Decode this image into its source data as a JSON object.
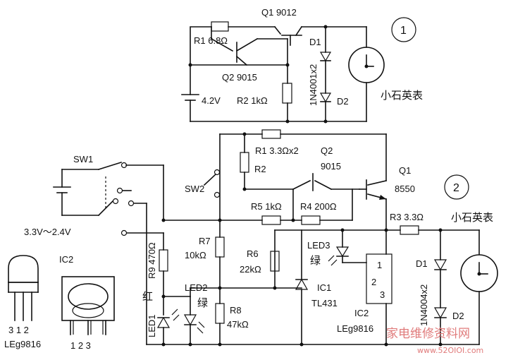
{
  "circuit1": {
    "marker": "1",
    "q1": "Q1  9012",
    "q2": "Q2  9015",
    "r1": "R1  6.8Ω",
    "r2": "R2  1kΩ",
    "d1": "D1",
    "d2": "D2",
    "diode_part": "1N4001x2",
    "battery": "4.2V",
    "clock": "小石英表"
  },
  "circuit2": {
    "marker": "2",
    "sw1": "SW1",
    "sw2": "SW2",
    "voltage": "3.3V～2.4V",
    "r1": "R1  3.3Ωx2",
    "r2": "R2",
    "q2": "Q2",
    "q2_part": "9015",
    "q1": "Q1",
    "q1_part": "8550",
    "r5": "R5  1kΩ",
    "r4": "R4  200Ω",
    "r3": "R3  3.3Ω",
    "clock": "小石英表",
    "r9": "R9  470Ω",
    "red": "红",
    "led1": "LED1",
    "r7": "R7",
    "r7_val": "10kΩ",
    "led2": "LED2",
    "green2": "绿",
    "r8": "R8",
    "r8_val": "47kΩ",
    "r6": "R6",
    "r6_val": "22kΩ",
    "led3": "LED3",
    "green3": "绿",
    "ic1": "IC1",
    "ic1_part": "TL431",
    "ic2_box_1": "1",
    "ic2_box_2": "2",
    "ic2_box_3": "3",
    "ic2": "IC2",
    "ic2_part": "LEg9816",
    "d1": "D1",
    "d2": "D2",
    "diode_part": "1N4004x2"
  },
  "packages": {
    "left_pins": "3 1 2",
    "left_part": "LEg9816",
    "ic2": "IC2",
    "right_pins": "1   2   3"
  },
  "watermark": {
    "text": "家电维修资料网",
    "url": "www.52OIOI.com"
  }
}
